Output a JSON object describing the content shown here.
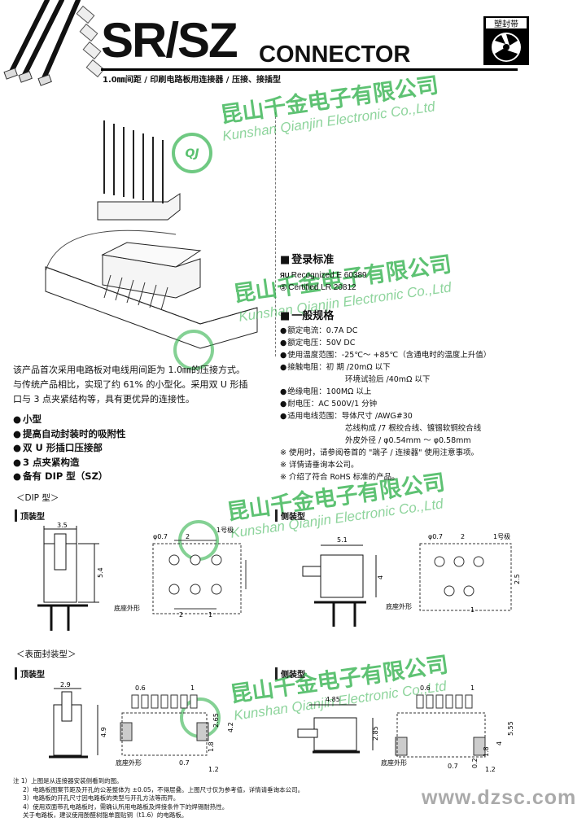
{
  "header": {
    "title": "SR/SZ",
    "title_suffix": "CONNECTOR",
    "subtitle": "1.0㎜间距 / 印刷电路板用连接器 / 压接、接插型",
    "packaging_label": "塑封带"
  },
  "description": [
    "该产品首次采用电路板对电线用间距为 1.0㎜的压接方式。",
    "与传统产品相比，实现了约 61% 的小型化。采用双 U 形插",
    "口与 3 点夹紧结构等，具有更优异的连接性。"
  ],
  "features": [
    "小型",
    "提高自动封装时的吸附性",
    "双 U 形插口压接部",
    "3 点夹紧构造",
    "备有 DIP 型（SZ）"
  ],
  "standards": {
    "heading": "登录标准",
    "ul": "Recognized  E  60389",
    "csa": "Certified  LR  20812"
  },
  "specs": {
    "heading": "一般规格",
    "rated_current": "额定电流：0.7A  DC",
    "rated_voltage": "额定电压：50V  DC",
    "temp_range": "使用温度范围：-25℃～ +85℃（含通电时的温度上升值）",
    "contact_res_1": "接触电阻：初      期 /20mΩ 以下",
    "contact_res_2": "环境试验后 /40mΩ 以下",
    "insulation": "绝缘电阻：100MΩ 以上",
    "withstand": "耐电压：AC 500V/1 分钟",
    "wire_1": "适用电线范围：导体尺寸 /AWG#30",
    "wire_2": "芯线构成 /7 根绞合线、镀锡软铜绞合线",
    "wire_3": "外皮外径 / φ0.54mm ～ φ0.58mm",
    "note_1": "※ 使用时，请参阅卷首的 \"端子 / 连接器\" 使用注意事项。",
    "note_2": "※ 详情请垂询本公司。",
    "note_3": "※ 介绍了符合 RoHS 标准的产品。"
  },
  "dip": {
    "group": "＜DIP 型＞",
    "top_label": "顶装型",
    "side_label": "侧装型",
    "top_dims": {
      "width": "3.5",
      "height": "5.4",
      "hole": "φ0.7",
      "p2": "2",
      "pin1": "1号极",
      "p1": "1",
      "p2b": "2"
    },
    "side_dims": {
      "width": "5.1",
      "height": "4",
      "hole": "φ0.7",
      "p2": "2",
      "pin1": "1号极",
      "p25": "2.5",
      "p1": "1"
    },
    "outline": "底座外形"
  },
  "smt": {
    "group": "＜表面封装型＞",
    "top_label": "顶装型",
    "side_label": "侧装型",
    "top_dims": {
      "w": "2.9",
      "h": "4.9",
      "pad": "0.6",
      "p1": "1",
      "d265": "2.65",
      "d42": "4.2",
      "d07": "0.7",
      "d12": "1.2",
      "d18": "1.8"
    },
    "side_dims": {
      "w": "4.85",
      "h": "2.85",
      "pad": "0.6",
      "p1": "1",
      "d555": "5.55",
      "d4": "4",
      "d07": "0.7",
      "d12": "1.2",
      "d18": "1.8",
      "d02": "0.2"
    },
    "outline": "底座外形"
  },
  "notes": [
    "注 1）上图是从连接器安装侧看到的图。",
    "2）电路板图案节距及开孔的公差整体为 ±0.05，不得层叠。上图尺寸仅为参考值，详情请垂询本公司。",
    "3）电路板的开孔尺寸因电路板的类型与开孔方法等而异。",
    "4）使用双面带孔电路板时，需确认所用电路板及焊接条件下的焊锡耐热性。",
    "关于电路板，建议使用酚醛树脂单面贴铜（t1.6）的电路板。"
  ],
  "watermark": {
    "cn": "昆山千金电子有限公司",
    "en": "Kunshan Qianjin Electronic Co.,Ltd",
    "badge": "QJ",
    "site": "www.dzsc.com"
  },
  "colors": {
    "watermark": "#32b24d",
    "ink": "#111111"
  }
}
